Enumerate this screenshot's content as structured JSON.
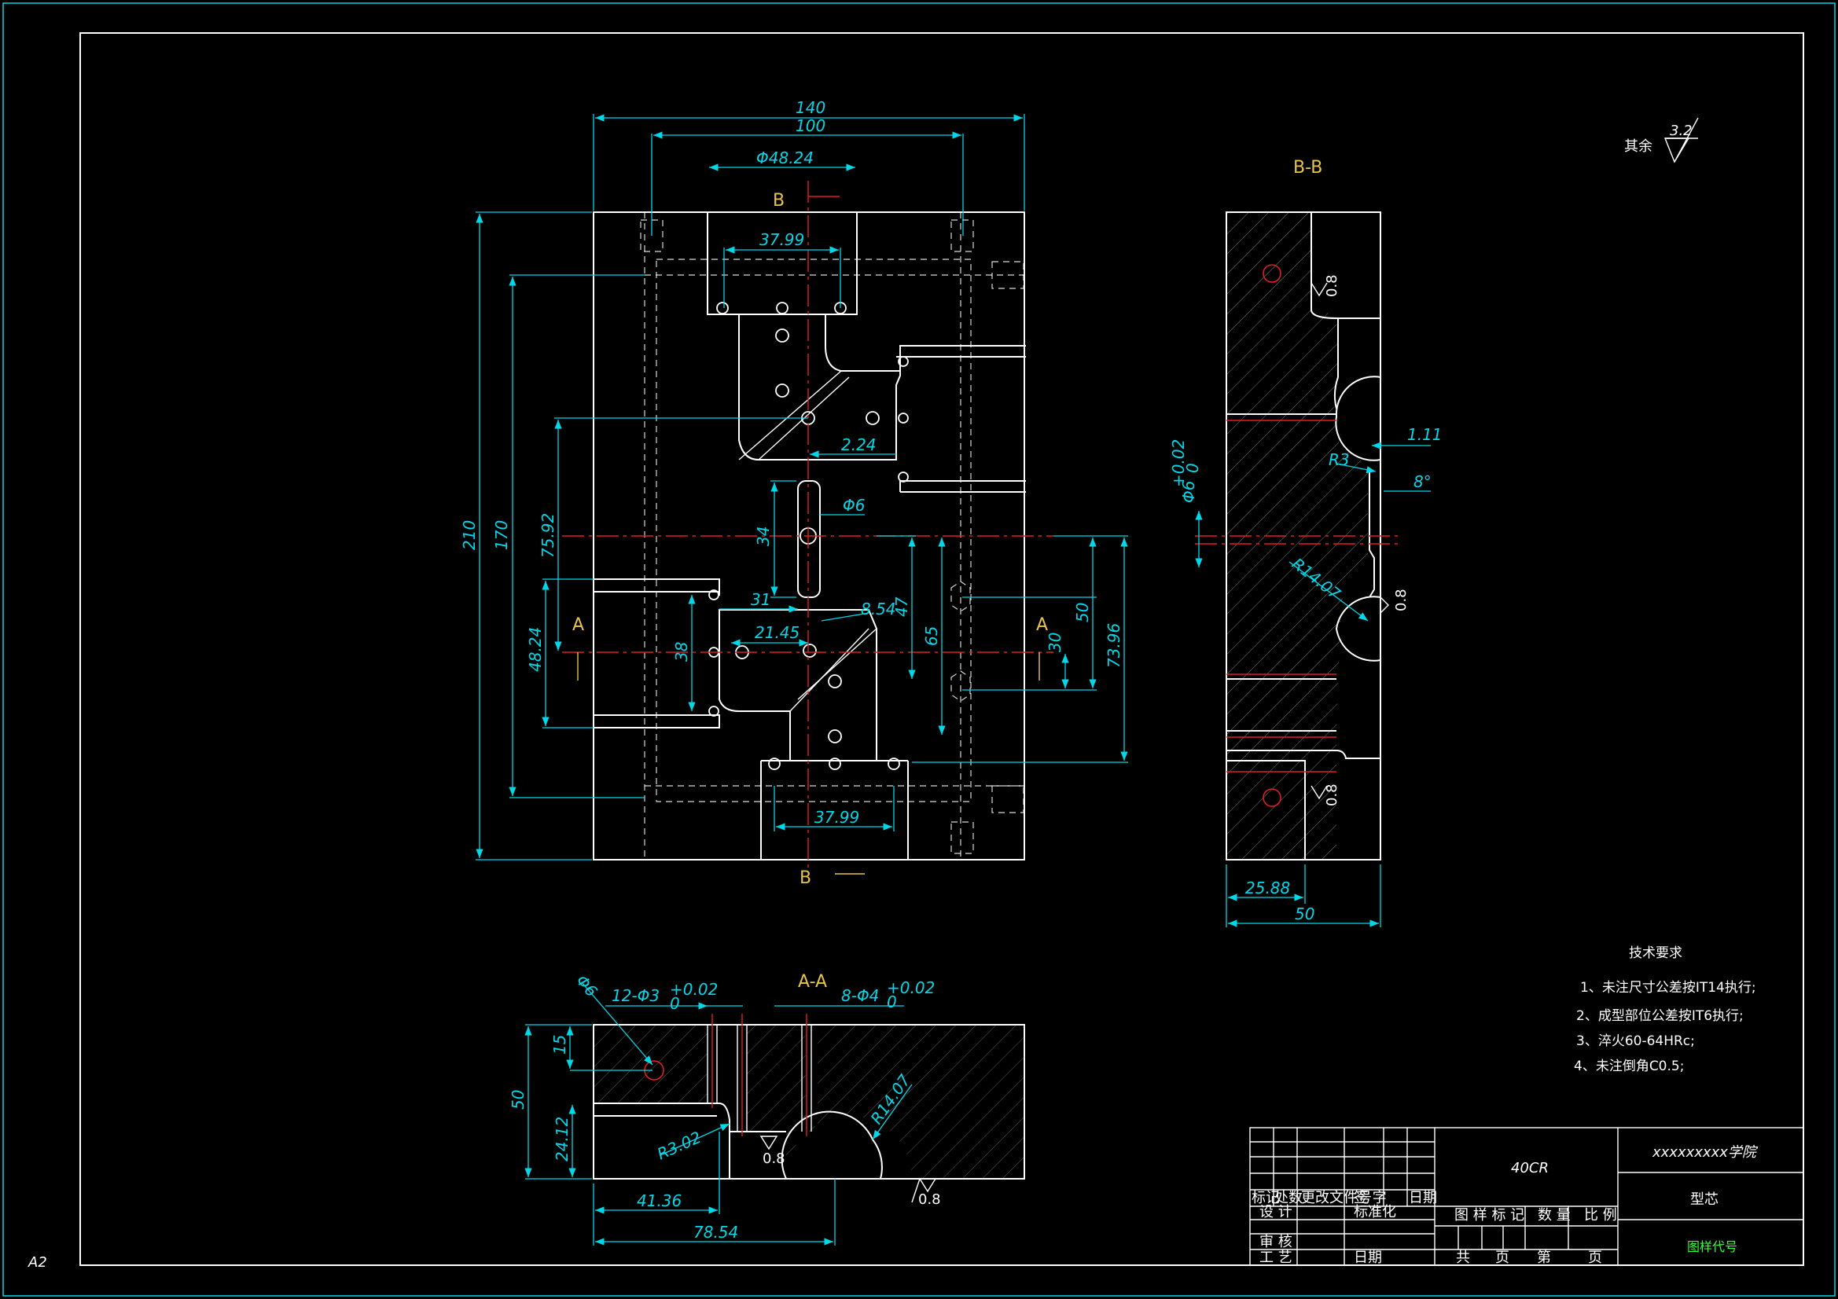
{
  "sheet": {
    "size_label": "A2",
    "roughness_note": "其余",
    "roughness_value": "3.2"
  },
  "main_view": {
    "section_label_a_left": "A",
    "section_label_a_right": "A",
    "section_label_b_top": "B",
    "section_label_b_bottom": "B",
    "dims": {
      "width_total": "140",
      "width_inner": "100",
      "bore_dia": "Φ48.24",
      "top_slot": "37.99",
      "bottom_slot": "37.99",
      "height_total": "210",
      "height_inner": "170",
      "d7592": "75.92",
      "d4824": "48.24",
      "d38": "38",
      "d2145": "21.45",
      "d224": "2.24",
      "dphi6": "Φ6",
      "d34": "34",
      "d31": "31",
      "d854": "8.54",
      "d47": "47",
      "d65": "65",
      "d30": "30",
      "d50": "50",
      "d7396": "73.96"
    }
  },
  "section_bb": {
    "title": "B-B",
    "dims": {
      "d111": "1.11",
      "r3": "R3",
      "ang8": "8°",
      "phi6": "Φ6",
      "phi6_tol": "+0.02",
      "phi6_tol0": "0",
      "r1407": "R14.07",
      "d2588": "25.88",
      "d50": "50"
    },
    "roughness": [
      "0.8",
      "0.8",
      "0.8"
    ]
  },
  "section_aa": {
    "title": "A-A",
    "dims": {
      "phi6": "Φ6",
      "holes12": "12-Φ3",
      "holes12_tol": "+0.02",
      "holes12_tol0": "0",
      "holes8": "8-Φ4",
      "holes8_tol": "+0.02",
      "holes8_tol0": "0",
      "d15": "15",
      "d50": "50",
      "d2412": "24.12",
      "r302": "R3.02",
      "r1407": "R14.07",
      "d4136": "41.36",
      "d7854": "78.54"
    },
    "roughness": [
      "0.8",
      "0.8"
    ]
  },
  "tech_requirements": {
    "title": "技术要求",
    "items": [
      "1、未注尺寸公差按IT14执行;",
      "2、成型部位公差按IT6执行;",
      "3、淬火60-64HRc;",
      "4、未注倒角C0.5;"
    ]
  },
  "title_block": {
    "material": "40CR",
    "school": "xxxxxxxxx学院",
    "part_name": "型芯",
    "drawing_no": "图样代号",
    "headers": {
      "mark": "标记",
      "count": "处数",
      "change_doc": "更改文件号",
      "sign": "签 字",
      "date": "日期",
      "design": "设 计",
      "standard": "标准化",
      "check": "审 核",
      "process": "工 艺",
      "date2": "日期",
      "drawing_mark": "图 样 标 记",
      "quantity": "数 量",
      "scale": "比 例",
      "total": "共",
      "page": "页",
      "sheet_no": "第",
      "page2": "页"
    }
  },
  "colors": {
    "background": "#000000",
    "outline": "#ffffff",
    "dimension": "#00d8e8",
    "centerline": "#e02020",
    "label": "#e8c44a",
    "accent_green": "#33ff33"
  }
}
